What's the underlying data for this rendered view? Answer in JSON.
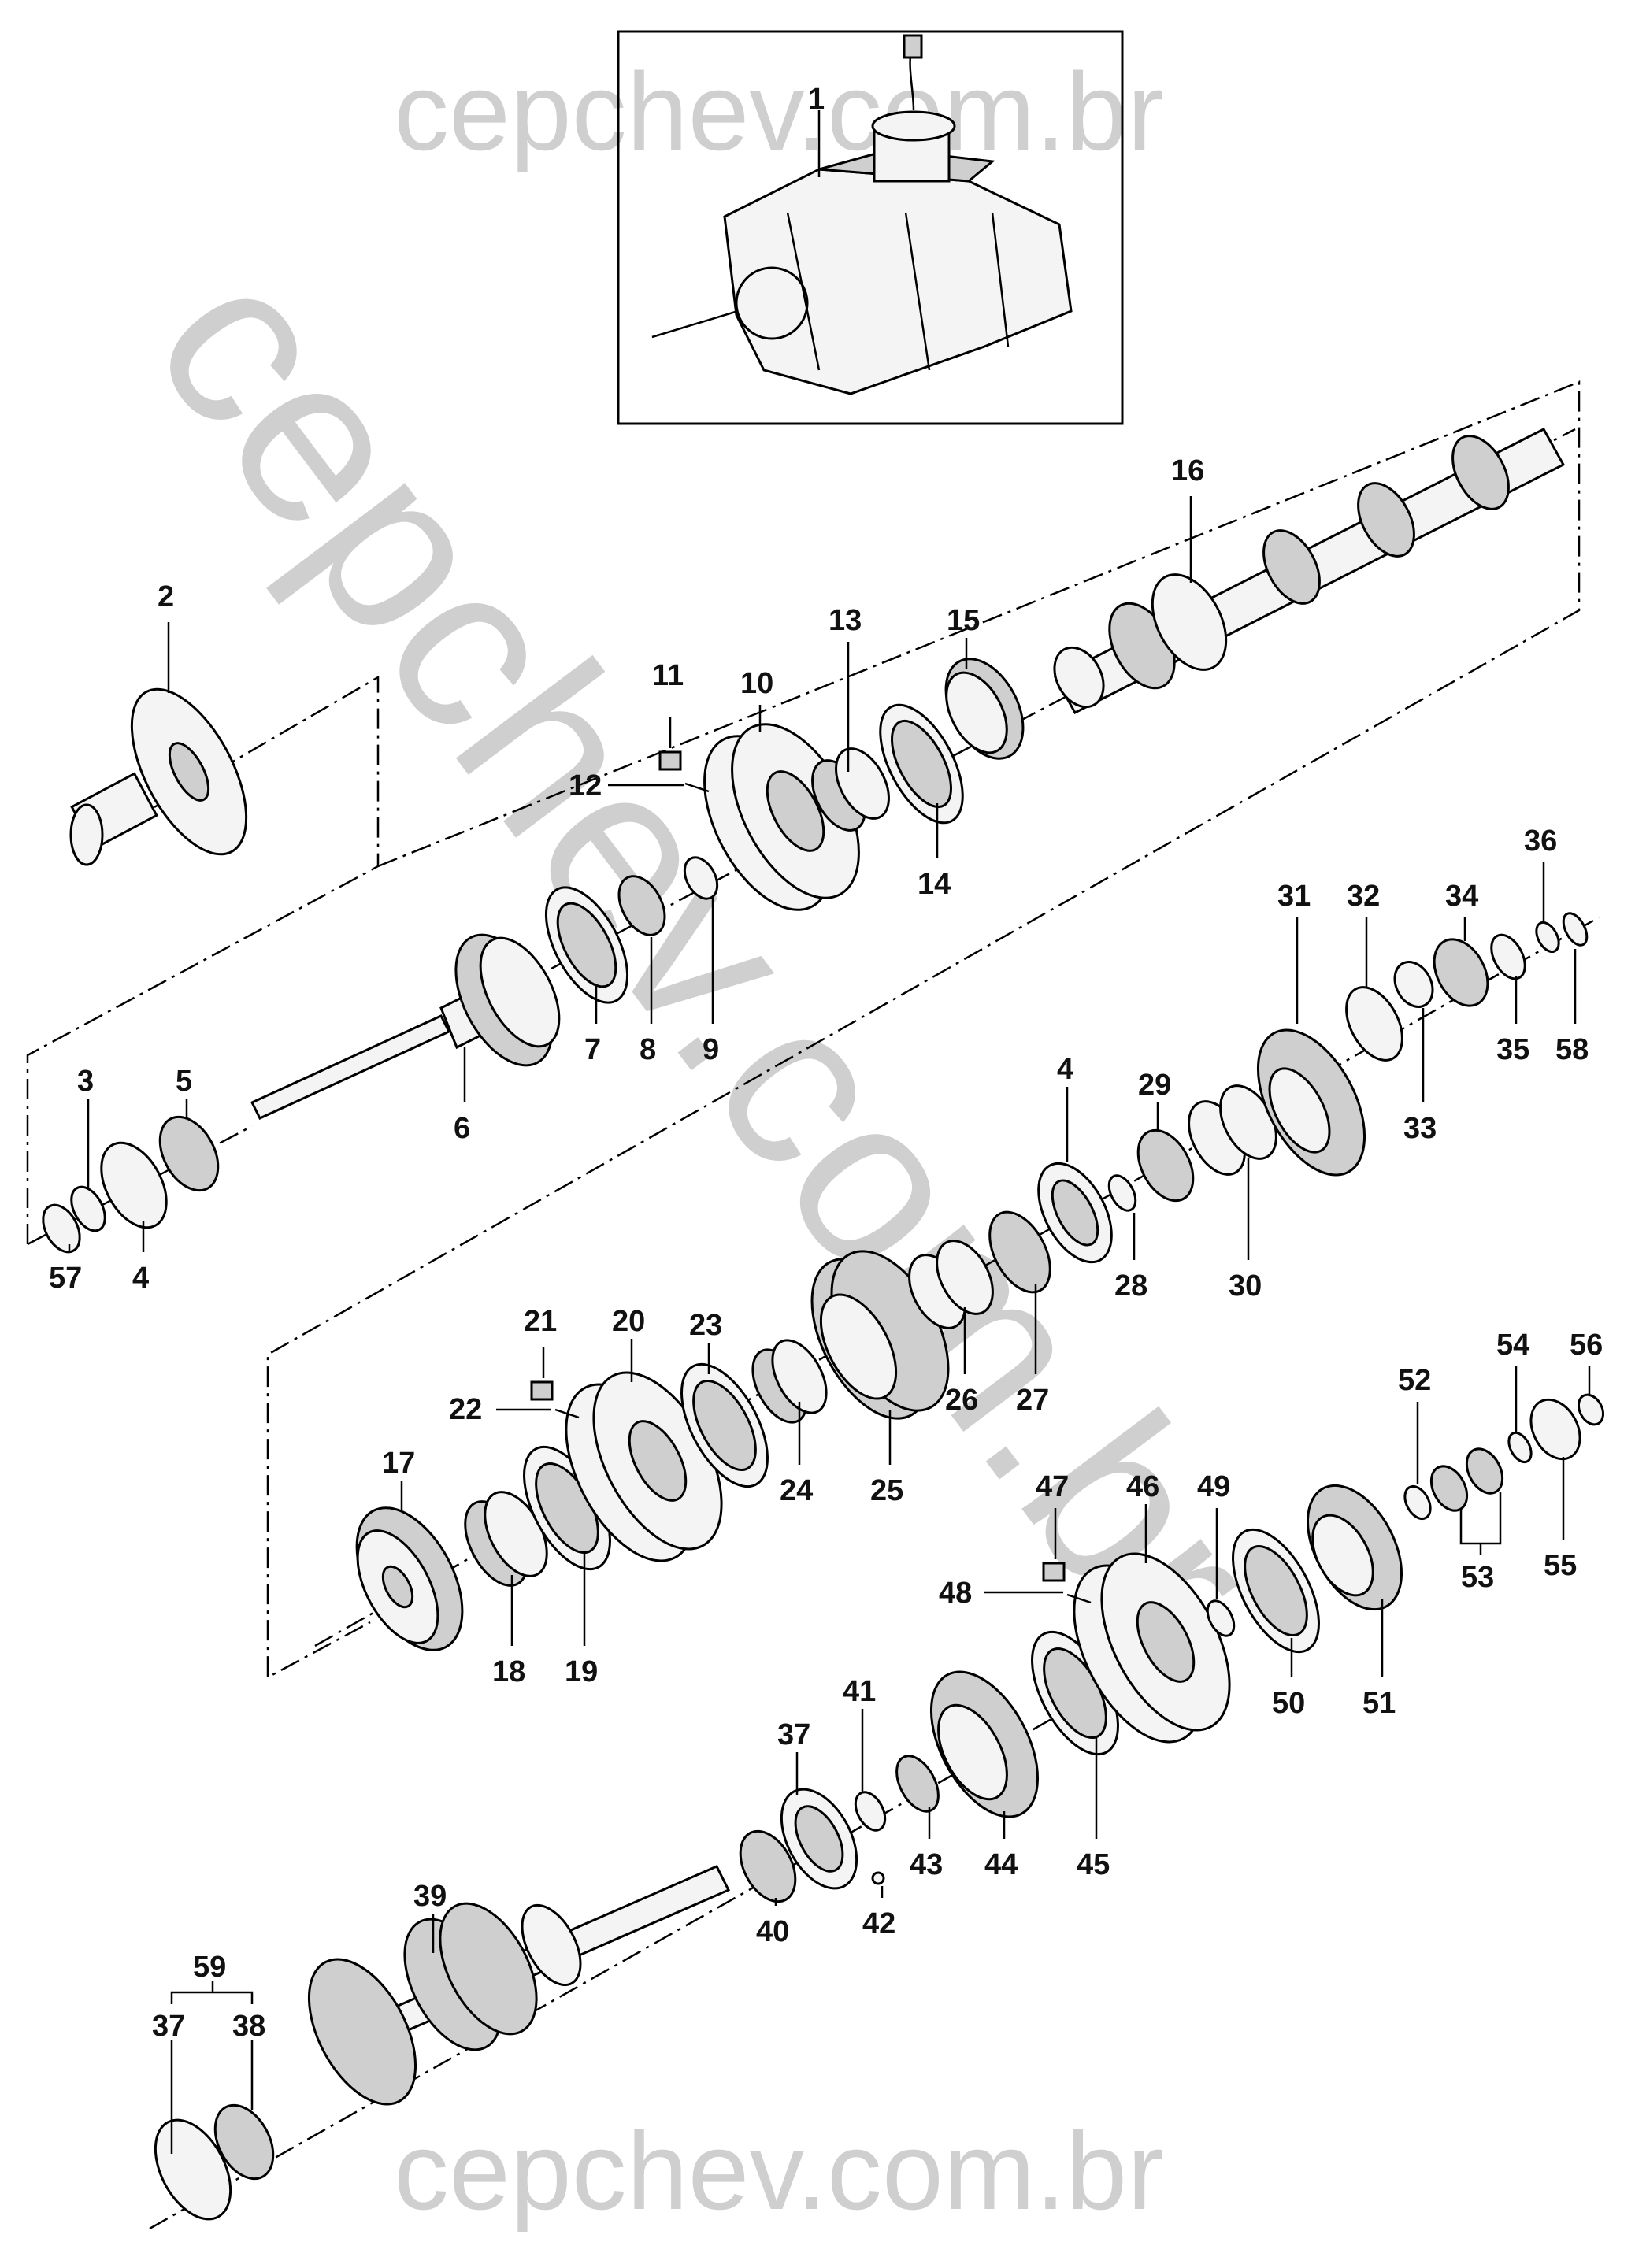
{
  "watermark": {
    "top": "cepchev.com.br",
    "bottom": "cepchev.com.br",
    "diagonal": "cepchev.com.br"
  },
  "labels": {
    "p1": "1",
    "p2": "2",
    "p3": "3",
    "p4a": "4",
    "p4b": "4",
    "p5": "5",
    "p6": "6",
    "p7": "7",
    "p8": "8",
    "p9": "9",
    "p10": "10",
    "p11": "11",
    "p12": "12",
    "p13": "13",
    "p14": "14",
    "p15": "15",
    "p16": "16",
    "p17": "17",
    "p18": "18",
    "p19": "19",
    "p20": "20",
    "p21": "21",
    "p22": "22",
    "p23": "23",
    "p24": "24",
    "p25": "25",
    "p26": "26",
    "p27": "27",
    "p28": "28",
    "p29": "29",
    "p30": "30",
    "p31": "31",
    "p32": "32",
    "p33": "33",
    "p34": "34",
    "p35": "35",
    "p36": "36",
    "p37a": "37",
    "p37b": "37",
    "p38": "38",
    "p39": "39",
    "p40": "40",
    "p41": "41",
    "p42": "42",
    "p43": "43",
    "p44": "44",
    "p45": "45",
    "p46": "46",
    "p47": "47",
    "p48": "48",
    "p49": "49",
    "p50": "50",
    "p51": "51",
    "p52": "52",
    "p53": "53",
    "p54": "54",
    "p55": "55",
    "p56": "56",
    "p57": "57",
    "p58": "58",
    "p59": "59"
  }
}
